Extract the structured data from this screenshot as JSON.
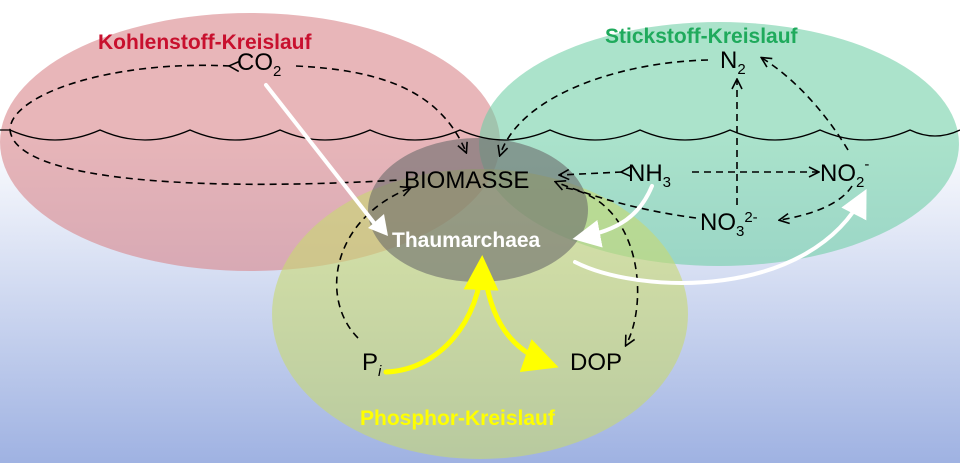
{
  "colors": {
    "sky": "#ffffff",
    "water_deep": "#9fb2e2",
    "carbon_fill": "#d9858a",
    "nitrogen_fill": "#6fcfa6",
    "phosphorus_fill": "#c8d872",
    "biomass_fill": "#6b6b6b",
    "carbon_title": "#c8102e",
    "nitrogen_title": "#1faa5c",
    "phosphorus_title": "#ffff00",
    "arrow_dashed": "#000000",
    "arrow_white": "#ffffff",
    "arrow_yellow": "#ffff00"
  },
  "cycles": {
    "carbon": "Kohlenstoff-Kreislauf",
    "nitrogen": "Stickstoff-Kreislauf",
    "phosphorus": "Phosphor-Kreislauf"
  },
  "nodes": {
    "co2": {
      "base": "CO",
      "sub": "2"
    },
    "n2": {
      "base": "N",
      "sub": "2"
    },
    "biomass": "BIOMASSE",
    "nh3": {
      "base": "NH",
      "sub": "3"
    },
    "no2": {
      "base": "NO",
      "sub": "2",
      "sup": "-"
    },
    "no3": {
      "base": "NO",
      "sub": "3",
      "sup": "2-"
    },
    "thaumarchaea": "Thaumarchaea",
    "pi": {
      "base": "P",
      "sub": "i"
    },
    "dop": "DOP"
  }
}
